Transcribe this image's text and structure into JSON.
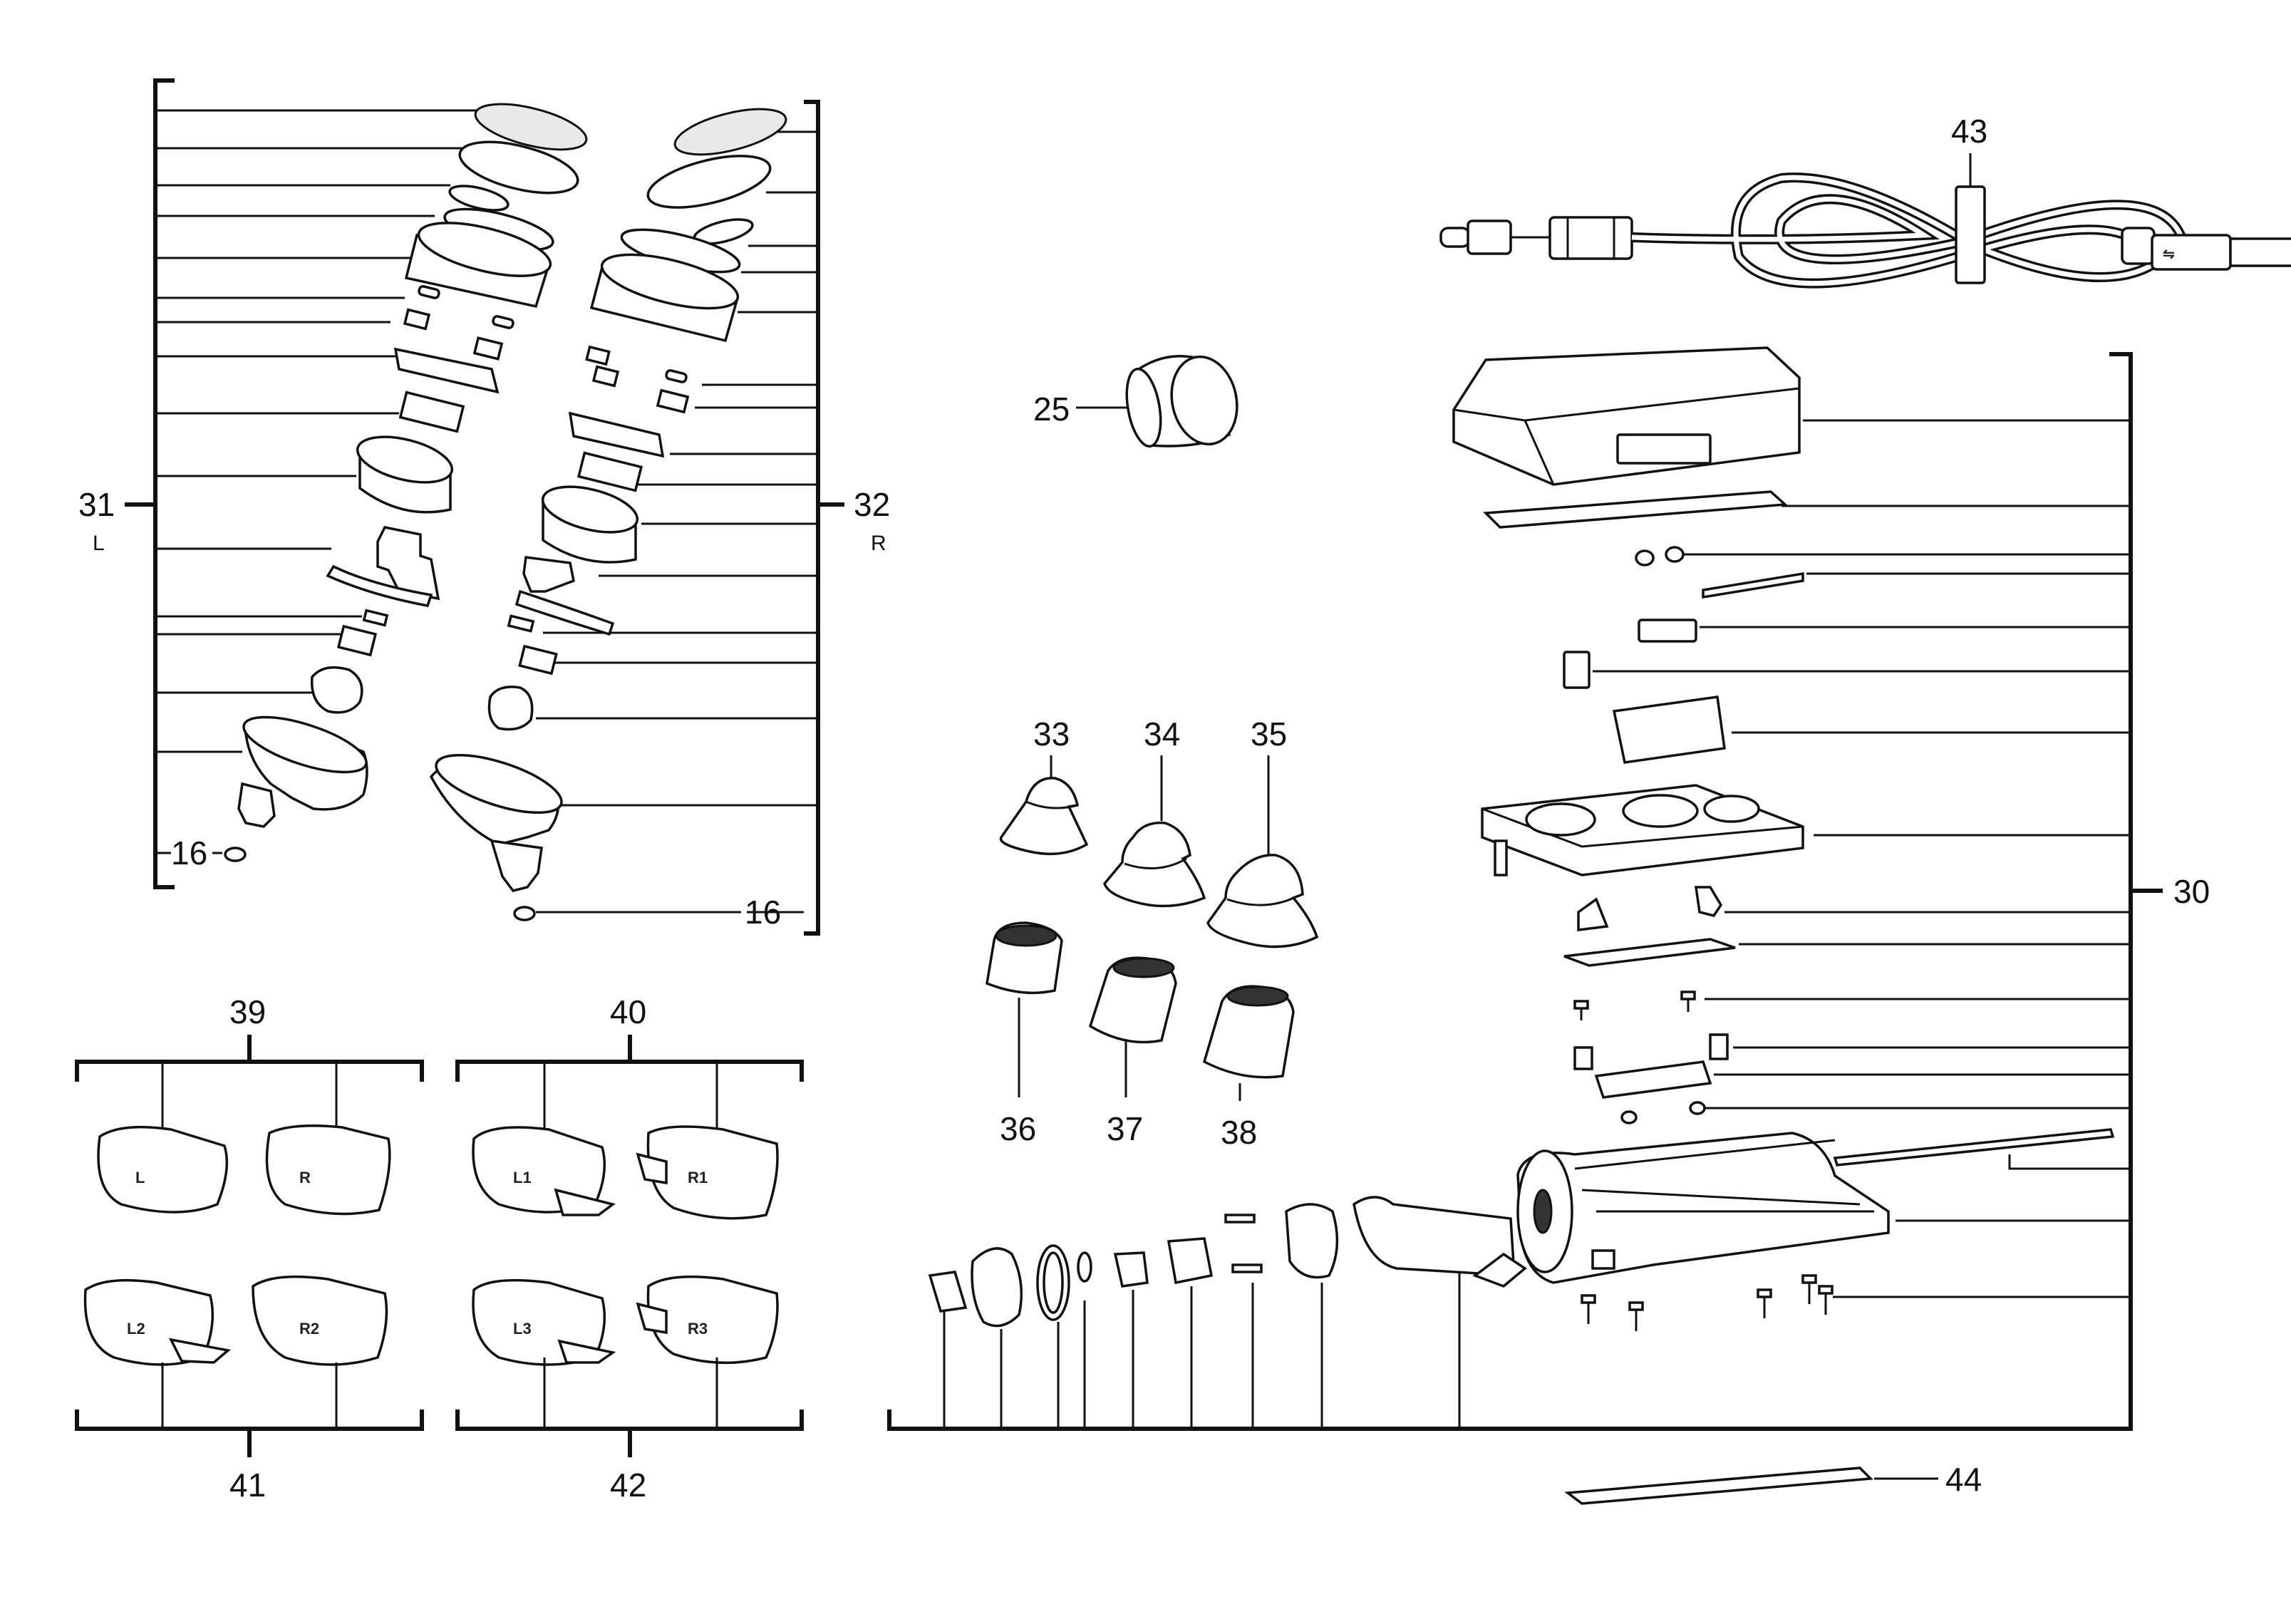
{
  "callouts": {
    "c16a": "16",
    "c16b": "16",
    "c25": "25",
    "c30": "30",
    "c31": "31",
    "c32": "32",
    "c33": "33",
    "c34": "34",
    "c35": "35",
    "c36": "36",
    "c37": "37",
    "c38": "38",
    "c39": "39",
    "c40": "40",
    "c41": "41",
    "c42": "42",
    "c43": "43",
    "c44": "44"
  },
  "side_markers": {
    "left": "L",
    "right": "R"
  },
  "fin_labels": {
    "l": "L",
    "r": "R",
    "l1": "L1",
    "r1": "R1",
    "l2": "L2",
    "r2": "R2",
    "l3": "L3",
    "r3": "R3"
  }
}
